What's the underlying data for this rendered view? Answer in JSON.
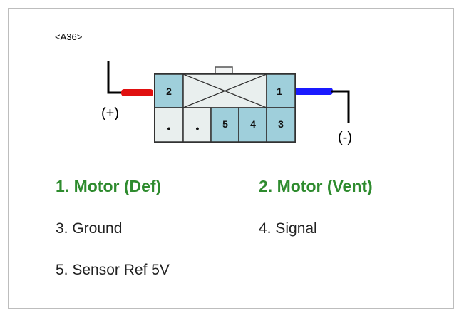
{
  "connector": {
    "id": "<A36>",
    "pins_top": [
      "2",
      "1"
    ],
    "pins_bottom": [
      "•",
      "•",
      "5",
      "4",
      "3"
    ],
    "plus_label": "(+)",
    "minus_label": "(-)"
  },
  "colors": {
    "pin_fill": "#9fcfdb",
    "empty_fill": "#e9efee",
    "wire_red": "#e01010",
    "wire_blue": "#1a1aff",
    "highlight_text": "#2e8b2e"
  },
  "legend": {
    "pin1": "1. Motor (Def)",
    "pin2": "2. Motor (Vent)",
    "pin3": "3. Ground",
    "pin4": "4. Signal",
    "pin5": "5. Sensor Ref 5V"
  }
}
